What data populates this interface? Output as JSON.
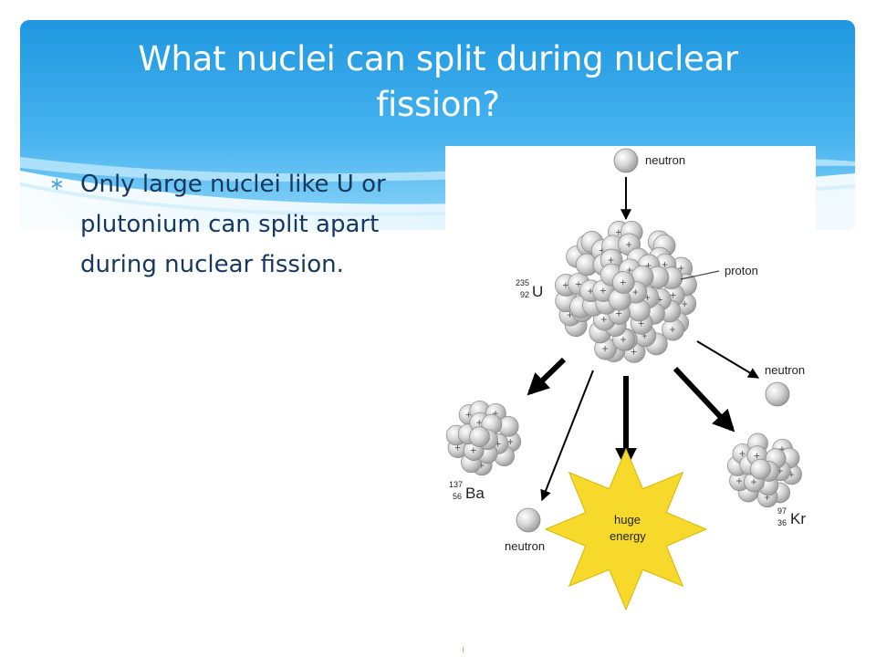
{
  "slide": {
    "title": "What nuclei can split during nuclear fission?",
    "bullets": [
      "Only large nuclei like U or plutonium can split apart during nuclear fission."
    ]
  },
  "diagram": {
    "labels": {
      "neutron_top": "neutron",
      "proton": "proton",
      "neutron_right": "neutron",
      "neutron_bottom": "neutron",
      "energy_line1": "huge",
      "energy_line2": "energy"
    },
    "isotopes": {
      "uranium": {
        "mass": "235",
        "atomic": "92",
        "symbol": "U"
      },
      "barium": {
        "mass": "137",
        "atomic": "56",
        "symbol": "Ba"
      },
      "krypton": {
        "mass": "97",
        "atomic": "36",
        "symbol": "Kr"
      }
    }
  },
  "colors": {
    "header_top": "#29a3e8",
    "header_bottom": "#6cc7f5",
    "title_text": "#ffffff",
    "bullet_text": "#16375e",
    "bullet_marker": "#4aa3d8",
    "energy_star": "#f6d92a",
    "nucleon": "#cfcfcf"
  },
  "icons": {
    "bullet_marker": "asterisk-icon"
  }
}
